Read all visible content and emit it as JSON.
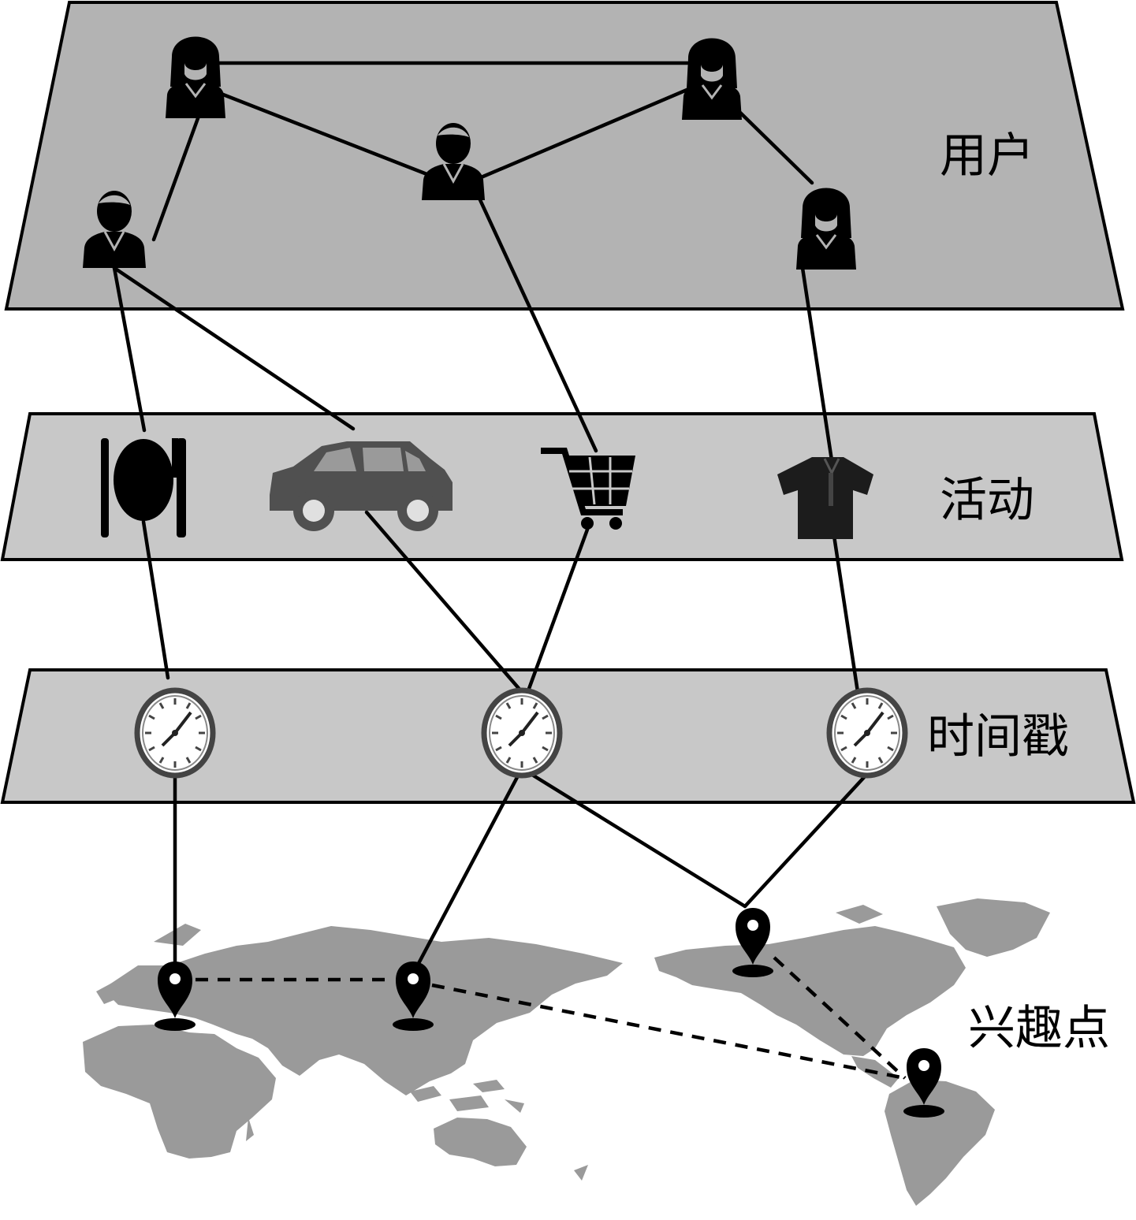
{
  "layers": {
    "users": {
      "label": "用户"
    },
    "activities": {
      "label": "活动"
    },
    "timestamps": {
      "label": "时间戳"
    },
    "pois": {
      "label": "兴趣点"
    }
  },
  "colors": {
    "plane_top": "#b3b3b3",
    "plane_other": "#c8c8c8",
    "map_land": "#9a9a9a",
    "icon": "#000000",
    "car": "#505050"
  },
  "icons": {
    "users": [
      "female-user-icon",
      "female-user-icon",
      "male-user-icon",
      "male-user-icon",
      "female-user-icon"
    ],
    "activities": [
      "dining-icon",
      "car-icon",
      "shopping-cart-icon",
      "shirt-icon"
    ],
    "timestamps": [
      "clock-icon",
      "clock-icon",
      "clock-icon"
    ],
    "pois": [
      "map-pin-icon",
      "map-pin-icon",
      "map-pin-icon",
      "map-pin-icon"
    ]
  }
}
